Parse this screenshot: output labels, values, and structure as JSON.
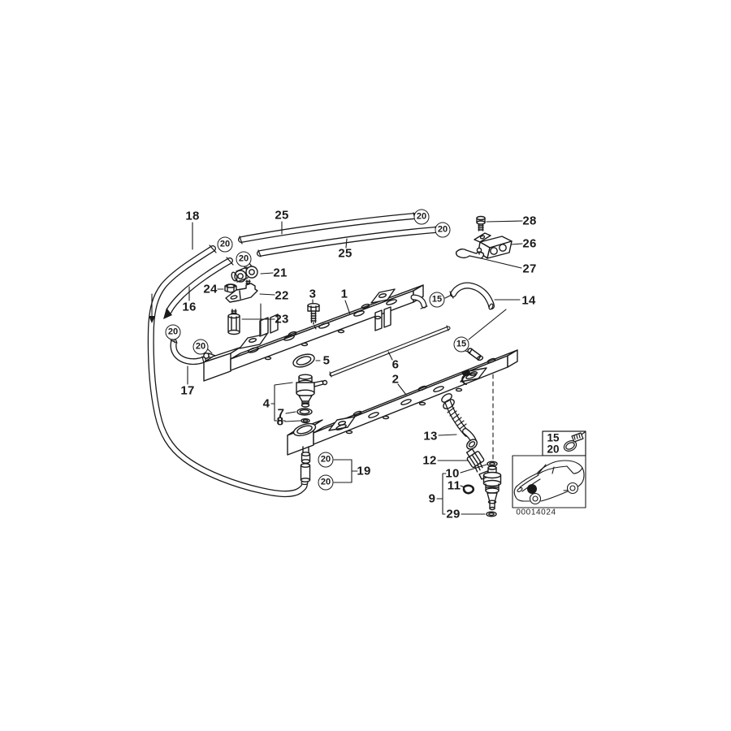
{
  "colors": {
    "ink": "#1a1a1a",
    "background": "#ffffff"
  },
  "diagram": {
    "image_code": "00014024",
    "parts": {
      "1": "1",
      "2": "2",
      "3": "3",
      "4": "4",
      "5": "5",
      "6": "6",
      "7": "7",
      "8": "8",
      "9": "9",
      "10": "10",
      "11": "11",
      "12": "12",
      "13": "13",
      "14": "14",
      "15": "15",
      "16": "16",
      "17": "17",
      "18": "18",
      "19": "19",
      "20": "20",
      "21": "21",
      "22": "22",
      "23": "23",
      "24": "24",
      "25": "25",
      "26": "26",
      "27": "27",
      "28": "28",
      "29": "29"
    }
  }
}
